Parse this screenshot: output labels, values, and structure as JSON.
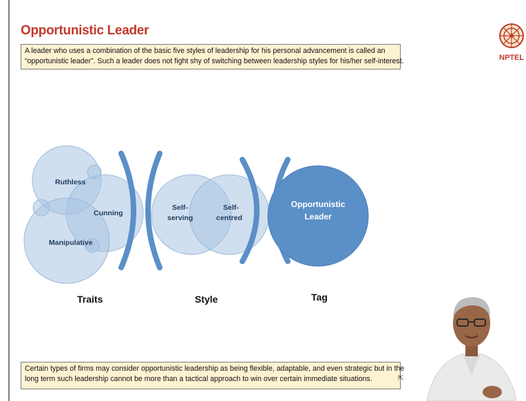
{
  "slide": {
    "title": "Opportunistic Leader",
    "intro": {
      "line1": "A leader who uses a combination of the basic five styles of leadership for his personal advancement is called an",
      "line2": "“opportunistic leader”. Such a leader does not fight shy of switching between leadership styles for his/her self-interest."
    },
    "conclusion": {
      "line1": "Certain types of firms may consider opportunistic leadership as being flexible, adaptable, and even strategic but in the",
      "line2": "long term such leadership cannot be more than a tactical approach to win over certain immediate situations."
    },
    "logo_text": "NPTEL"
  },
  "diagram": {
    "traits": [
      "Ruthless",
      "Cunning",
      "Manipulative"
    ],
    "style": {
      "left_line1": "Self-",
      "left_line2": "serving",
      "right_line1": "Self-",
      "right_line2": "centred"
    },
    "tag": {
      "line1": "Opportunistic",
      "line2": "Leader"
    },
    "categories": {
      "traits": "Traits",
      "style": "Style",
      "tag": "Tag"
    }
  },
  "colors": {
    "title": "#c0392b",
    "textbox_bg": "#fdf3d2",
    "circle_fill": "#a9c4e2",
    "circle_stroke": "#9bb8d9",
    "bracket": "#5b8fc7",
    "tag_circle": "#5b8fc7"
  }
}
